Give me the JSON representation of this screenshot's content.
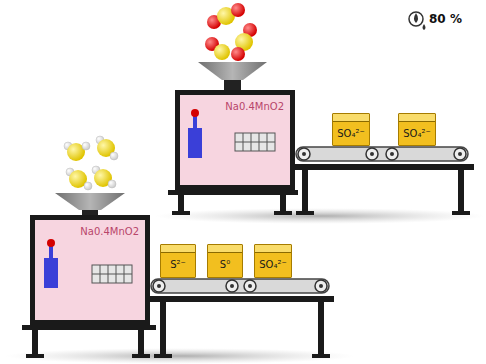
{
  "diagram": {
    "nodes": [
      {
        "text": [
          "Na0.4MnO2"
        ]
      },
      {
        "text": [
          "SO₄²⁻"
        ]
      },
      {
        "text": [
          "SO₄²⁻"
        ]
      },
      {
        "text": [
          "Na0.4MnO2"
        ]
      },
      {
        "text": [
          "S²⁻"
        ]
      },
      {
        "text": [
          "S⁰"
        ]
      },
      {
        "text": [
          "SO₄²⁻"
        ]
      }
    ],
    "labels": [
      "80 %"
    ]
  }
}
